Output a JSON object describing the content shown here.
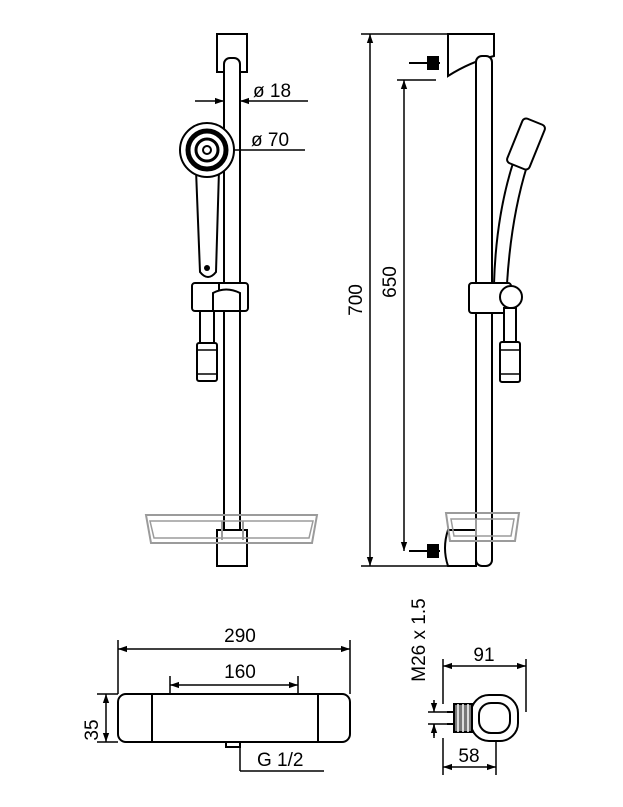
{
  "dimensions": {
    "pipe_diameter": "ø 18",
    "head_diameter": "ø 70",
    "total_height": "700",
    "mount_spacing": "650",
    "mixer_width": "290",
    "mixer_center": "160",
    "mixer_height": "35",
    "mixer_thread": "M26 x 1.5",
    "mixer_depth": "91",
    "mixer_depth_inner": "58",
    "connection": "G 1/2"
  },
  "colors": {
    "line": "#000000",
    "shelf": "#9b9b9b"
  }
}
